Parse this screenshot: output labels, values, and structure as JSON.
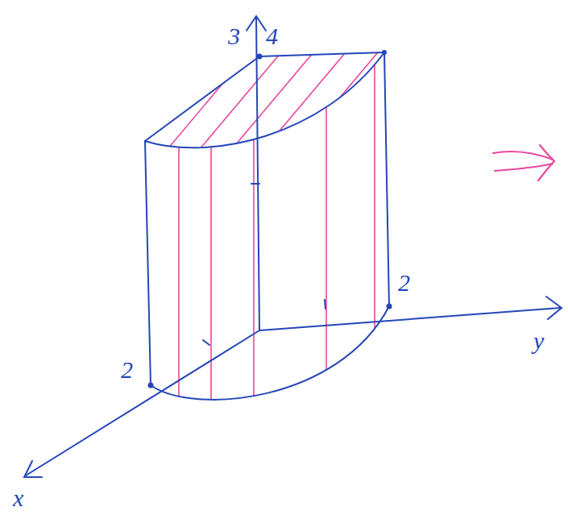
{
  "diagram": {
    "labels": [
      "3",
      "4",
      "2",
      "2",
      "y",
      "x"
    ]
  }
}
